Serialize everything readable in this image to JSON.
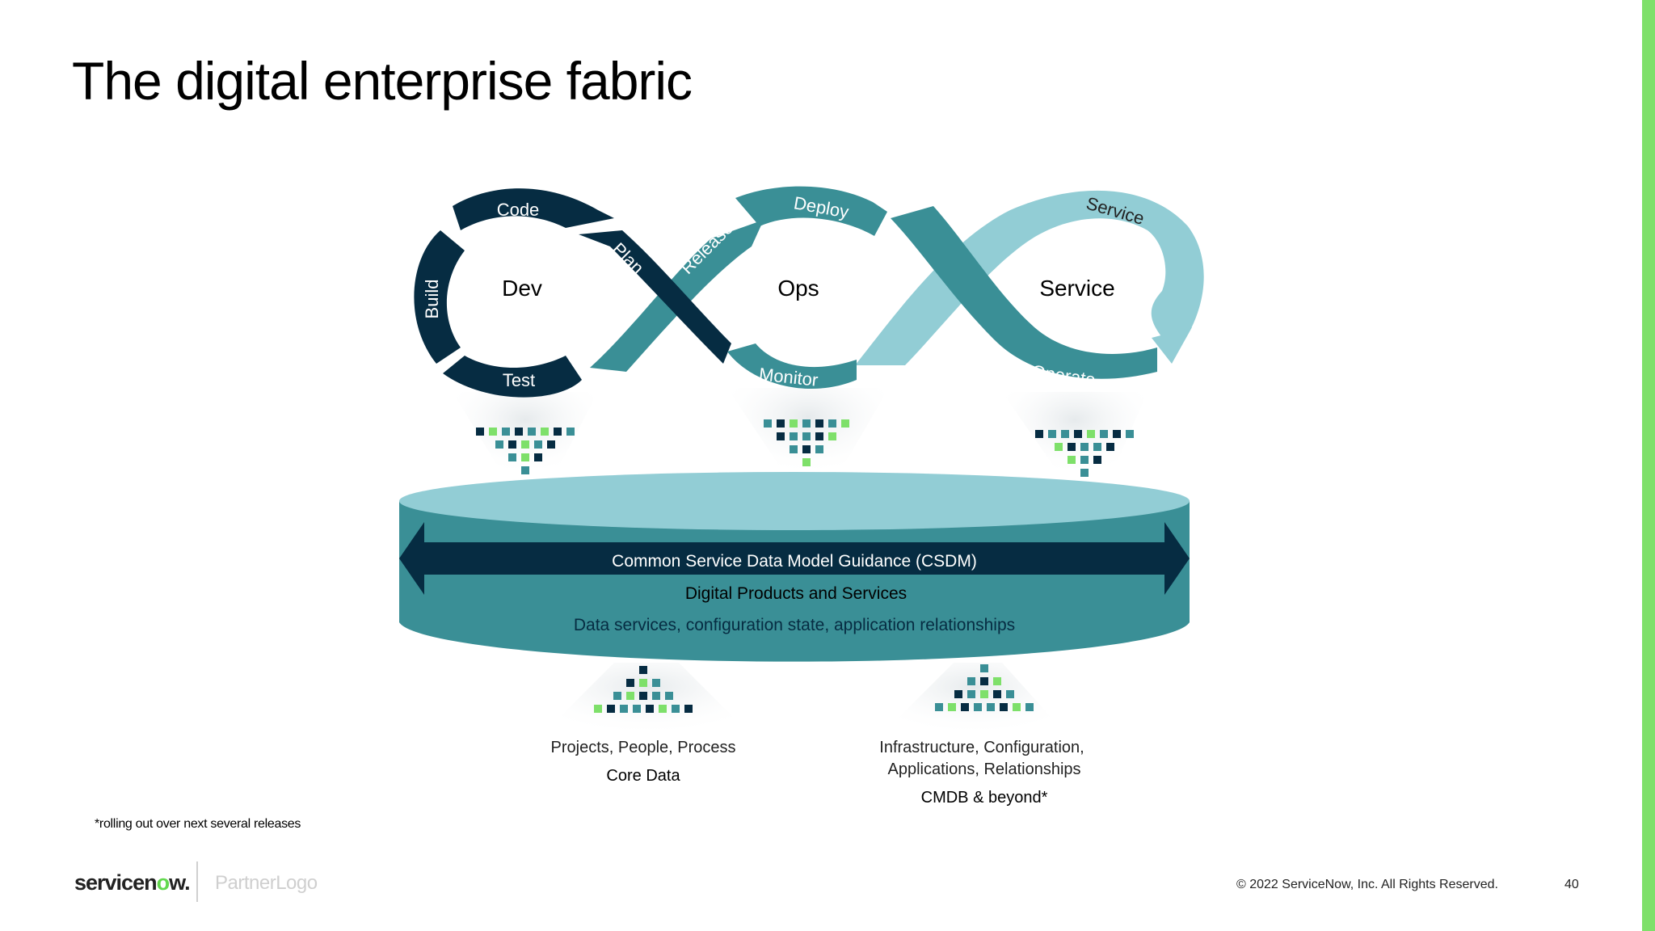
{
  "slide": {
    "title": "The digital enterprise fabric",
    "footnote": "*rolling out over next several releases",
    "copyright": "© 2022 ServiceNow, Inc. All Rights Reserved.",
    "page_number": "40",
    "partner_logo": "PartnerLogo",
    "brand_logo": {
      "prefix": "servicen",
      "ring": "o",
      "suffix": "w."
    }
  },
  "loop": {
    "centers": {
      "dev": "Dev",
      "ops": "Ops",
      "service": "Service"
    },
    "segments": {
      "code": "Code",
      "build": "Build",
      "test": "Test",
      "plan": "Plan",
      "release": "Release",
      "deploy": "Deploy",
      "monitor": "Monitor",
      "service": "Service",
      "operate": "Operate"
    }
  },
  "database": {
    "line1": "Common Service Data Model Guidance (CSDM)",
    "line2": "Digital Products and Services",
    "line3": "Data services, configuration state, application relationships"
  },
  "sources": {
    "core": {
      "line1": "Projects, People, Process",
      "label": "Core Data"
    },
    "cmdb": {
      "line1": "Infrastructure, Configuration,",
      "line2": "Applications, Relationships",
      "label": "CMDB & beyond*"
    }
  },
  "colors": {
    "navy": "#062c42",
    "teal": "#3a8f96",
    "light_teal": "#92cdd5",
    "green": "#7ee06a",
    "accent_bar": "#7ee06a"
  }
}
